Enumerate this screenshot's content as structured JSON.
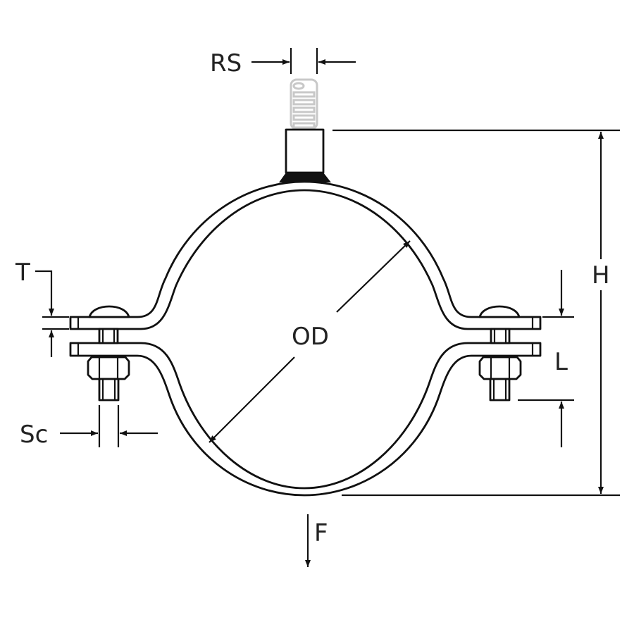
{
  "title": "Split pipe clamp with rod socket",
  "labels": {
    "rod_size": "RS",
    "height": "H",
    "thickness": "T",
    "length": "L",
    "screw": "Sc",
    "outer_diameter": "OD",
    "load": "F"
  },
  "colors": {
    "line": "#111111",
    "thread": "#c8c8c8",
    "background": "#ffffff"
  }
}
